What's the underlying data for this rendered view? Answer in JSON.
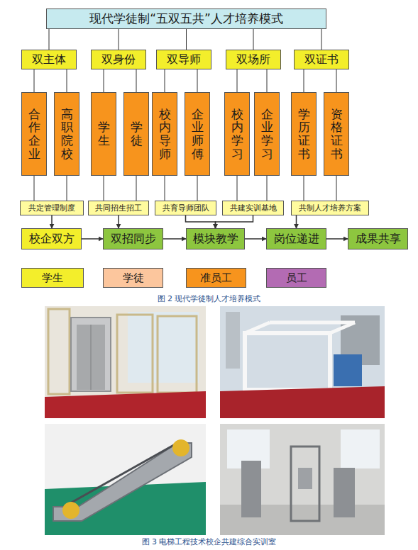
{
  "diagram": {
    "caption": "图 2 现代学徒制人才培养模式",
    "nodes": [
      {
        "text": [
          "现代学徒制“五双五共”人才培养模式"
        ]
      },
      {
        "text": [
          "双主体"
        ]
      },
      {
        "text": [
          "双身份"
        ]
      },
      {
        "text": [
          "双导师"
        ]
      },
      {
        "text": [
          "双场所"
        ]
      },
      {
        "text": [
          "双证书"
        ]
      },
      {
        "text": [
          "合作企业"
        ]
      },
      {
        "text": [
          "高职院校"
        ]
      },
      {
        "text": [
          "学生"
        ]
      },
      {
        "text": [
          "学徒"
        ]
      },
      {
        "text": [
          "校内导师"
        ]
      },
      {
        "text": [
          "企业师傅"
        ]
      },
      {
        "text": [
          "校内学习"
        ]
      },
      {
        "text": [
          "企业学习"
        ]
      },
      {
        "text": [
          "学历证书"
        ]
      },
      {
        "text": [
          "资格证书"
        ]
      },
      {
        "text": [
          "共定管理制度"
        ]
      },
      {
        "text": [
          "共同招生招工"
        ]
      },
      {
        "text": [
          "共育导师团队"
        ]
      },
      {
        "text": [
          "共建实训基地"
        ]
      },
      {
        "text": [
          "共制人才培养方案"
        ]
      },
      {
        "text": [
          "校企双方"
        ]
      },
      {
        "text": [
          "双招同步"
        ]
      },
      {
        "text": [
          "模块教学"
        ]
      },
      {
        "text": [
          "岗位递进"
        ]
      },
      {
        "text": [
          "成果共享"
        ]
      },
      {
        "text": [
          "学生"
        ]
      },
      {
        "text": [
          "学徒"
        ]
      },
      {
        "text": [
          "准员工"
        ]
      },
      {
        "text": [
          "员工"
        ]
      }
    ],
    "edges": [
      {
        "from": 0,
        "to": 1,
        "arrow": "none"
      },
      {
        "from": 0,
        "to": 2,
        "arrow": "none"
      },
      {
        "from": 0,
        "to": 3,
        "arrow": "none"
      },
      {
        "from": 0,
        "to": 4,
        "arrow": "none"
      },
      {
        "from": 0,
        "to": 5,
        "arrow": "none"
      },
      {
        "from": 1,
        "to": 6,
        "arrow": "none"
      },
      {
        "from": 1,
        "to": 7,
        "arrow": "none"
      },
      {
        "from": 2,
        "to": 8,
        "arrow": "none"
      },
      {
        "from": 2,
        "to": 9,
        "arrow": "none"
      },
      {
        "from": 3,
        "to": 10,
        "arrow": "none"
      },
      {
        "from": 3,
        "to": 11,
        "arrow": "none"
      },
      {
        "from": 4,
        "to": 12,
        "arrow": "none"
      },
      {
        "from": 4,
        "to": 13,
        "arrow": "none"
      },
      {
        "from": 5,
        "to": 14,
        "arrow": "none"
      },
      {
        "from": 5,
        "to": 15,
        "arrow": "none"
      },
      {
        "from": 6,
        "to": 16,
        "arrow": "none"
      },
      {
        "from": 7,
        "to": 16,
        "arrow": "none"
      },
      {
        "from": 8,
        "to": 17,
        "arrow": "none"
      },
      {
        "from": 9,
        "to": 17,
        "arrow": "none"
      },
      {
        "from": 10,
        "to": 18,
        "arrow": "none"
      },
      {
        "from": 11,
        "to": 18,
        "arrow": "none"
      },
      {
        "from": 12,
        "to": 19,
        "arrow": "none"
      },
      {
        "from": 13,
        "to": 19,
        "arrow": "none"
      },
      {
        "from": 14,
        "to": 20,
        "arrow": "none"
      },
      {
        "from": 15,
        "to": 20,
        "arrow": "none"
      },
      {
        "from": 16,
        "to": 21,
        "arrow": "to"
      },
      {
        "from": 17,
        "to": 22,
        "arrow": "to"
      },
      {
        "from": 18,
        "to": 23,
        "arrow": "to"
      },
      {
        "from": 19,
        "to": 23,
        "arrow": "to"
      },
      {
        "from": 20,
        "to": 24,
        "arrow": "to"
      },
      {
        "from": 21,
        "to": 22,
        "arrow": "to"
      },
      {
        "from": 22,
        "to": 23,
        "arrow": "to"
      },
      {
        "from": 23,
        "to": 24,
        "arrow": "to"
      },
      {
        "from": 24,
        "to": 25,
        "arrow": "to"
      }
    ],
    "labels": [
      "图 3 电梯工程技术校企共建综合实训室"
    ]
  }
}
